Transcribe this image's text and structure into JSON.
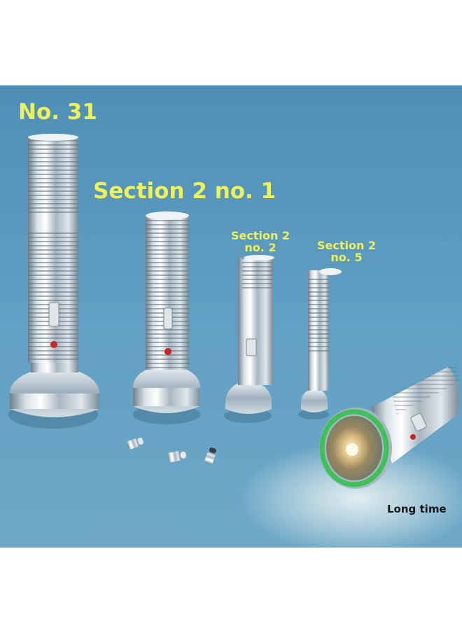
{
  "labels": {
    "no_31": "No. 31",
    "section_2_no_1": "Section 2 no. 1",
    "section_2_no_2": "Section 2\nno. 2",
    "section_2_no_5": "Section 2\nno. 5",
    "long_time": "Long time"
  },
  "colors": {
    "background": "#5d97b9",
    "label": "#eef25a",
    "lens_ring": "#3ec05a",
    "switch_red": "#c4262c"
  }
}
